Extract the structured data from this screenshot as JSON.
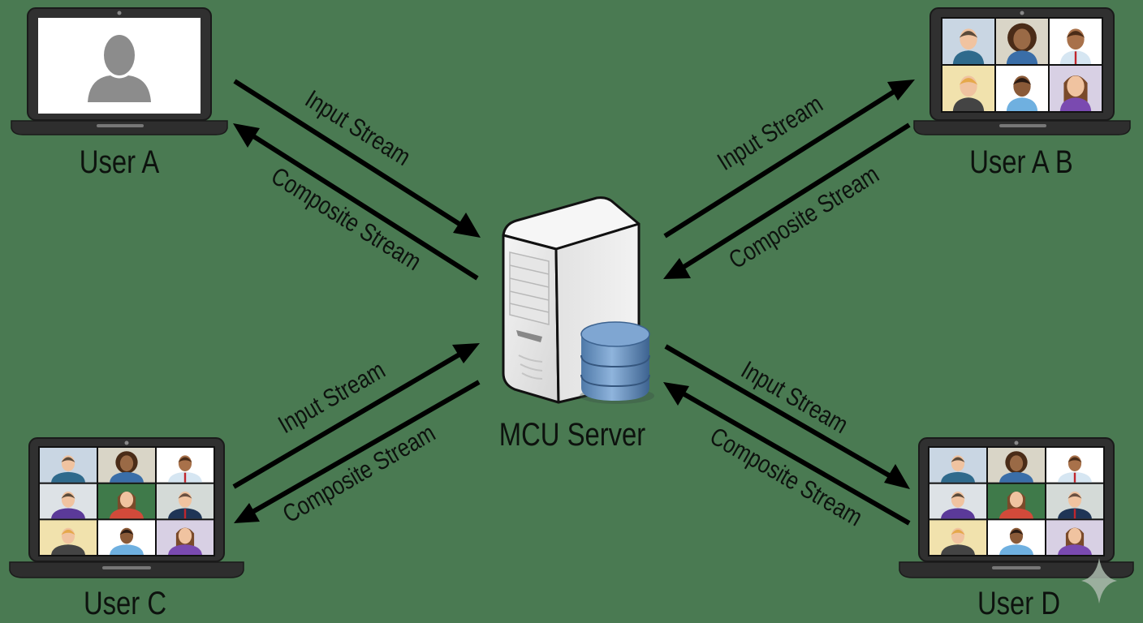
{
  "diagram": {
    "title": "MCU video conferencing architecture",
    "background_color": "#4a7a52",
    "server": {
      "label": "MCU Server",
      "icon": "server-tower-with-database-icon"
    },
    "nodes": [
      {
        "id": "user-a",
        "label": "User A",
        "screen": "single-avatar",
        "position": "top-left"
      },
      {
        "id": "user-ab",
        "label": "User A B",
        "screen": "grid-3x2",
        "position": "top-right"
      },
      {
        "id": "user-c",
        "label": "User C",
        "screen": "grid-3x3",
        "position": "bottom-left"
      },
      {
        "id": "user-d",
        "label": "User D",
        "screen": "grid-3x3",
        "position": "bottom-right"
      }
    ],
    "edges": [
      {
        "from": "user-a",
        "to": "server",
        "label": "Input Stream"
      },
      {
        "from": "server",
        "to": "user-a",
        "label": "Composite Stream"
      },
      {
        "from": "server",
        "to": "user-ab",
        "label": "Input Stream"
      },
      {
        "from": "user-ab",
        "to": "server",
        "label": "Composite Stream"
      },
      {
        "from": "user-c",
        "to": "server",
        "label": "Input Stream"
      },
      {
        "from": "server",
        "to": "user-c",
        "label": "Composite Stream"
      },
      {
        "from": "server",
        "to": "user-d",
        "label": "Input Stream"
      },
      {
        "from": "user-d",
        "to": "server",
        "label": "Composite Stream"
      }
    ],
    "watermark_icon": "sparkle-icon"
  }
}
